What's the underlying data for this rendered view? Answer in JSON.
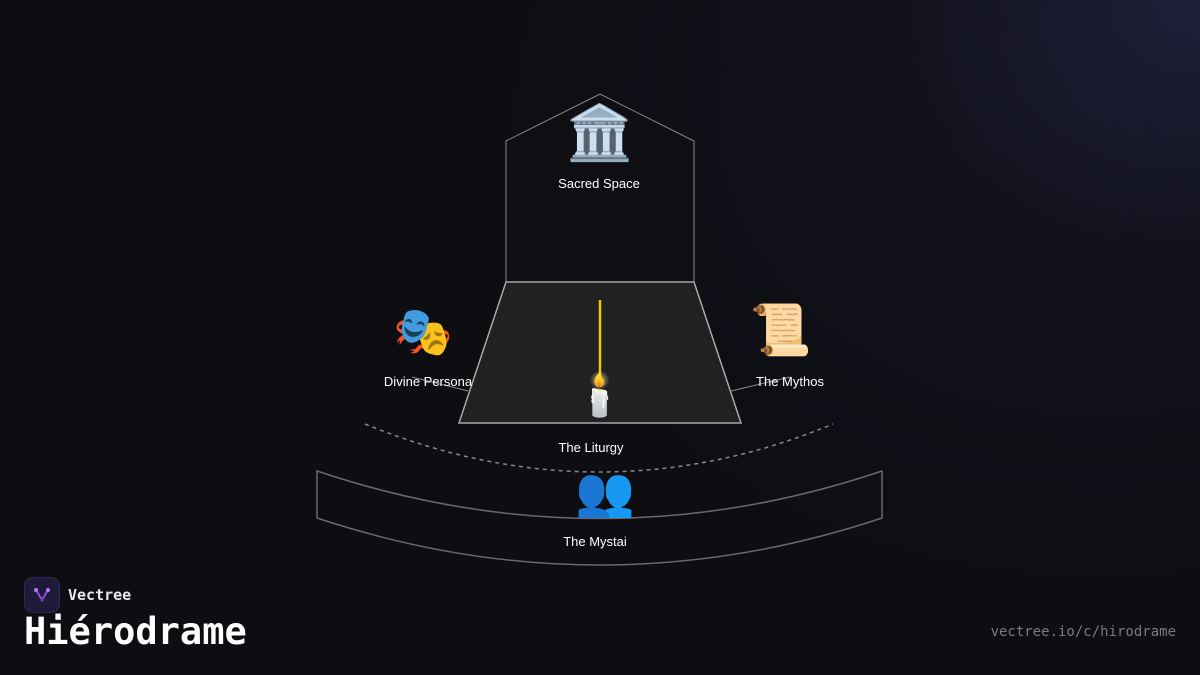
{
  "diagram": {
    "nodes": [
      {
        "id": "sacred-space",
        "label": "Sacred Space",
        "icon": "classical-building-icon",
        "glyph": "🏛️"
      },
      {
        "id": "divine-persona",
        "label": "Divine Persona",
        "icon": "performing-arts-masks-icon",
        "glyph": "🎭"
      },
      {
        "id": "the-mythos",
        "label": "The Mythos",
        "icon": "scroll-icon",
        "glyph": "📜"
      },
      {
        "id": "the-liturgy",
        "label": "The Liturgy",
        "icon": "candle-icon",
        "glyph": "🕯️"
      },
      {
        "id": "the-mystai",
        "label": "The Mystai",
        "icon": "people-icon",
        "glyph": "👥"
      }
    ],
    "colors": {
      "background": "#0d0d12",
      "stage_fill": "#212121",
      "outline": "#9a9a9a",
      "candle_beam": "#f5c400"
    }
  },
  "brand": {
    "name": "Vectree",
    "logo_icon": "vectree-logo-icon",
    "accent": "#8a4fd6"
  },
  "page": {
    "title": "Hiérodrame",
    "url": "vectree.io/c/hirodrame"
  }
}
